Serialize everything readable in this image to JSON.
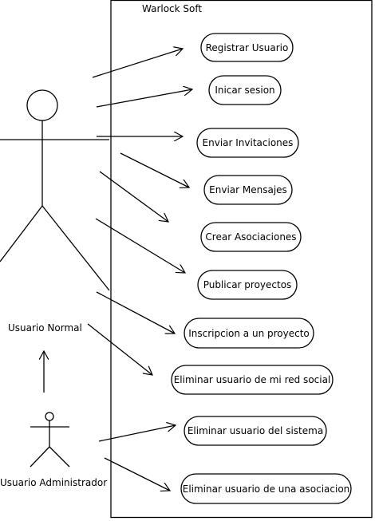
{
  "system": {
    "title": "Warlock Soft"
  },
  "actors": {
    "normal": {
      "label": "Usuario Normal"
    },
    "admin": {
      "label": "Usuario Administrador"
    }
  },
  "use_cases": [
    {
      "id": "registrar",
      "label": "Registrar Usuario"
    },
    {
      "id": "iniciar",
      "label": "Inicar sesion"
    },
    {
      "id": "invitaciones",
      "label": "Enviar Invitaciones"
    },
    {
      "id": "mensajes",
      "label": "Enviar Mensajes"
    },
    {
      "id": "asociaciones",
      "label": "Crear Asociaciones"
    },
    {
      "id": "publicar",
      "label": "Publicar proyectos"
    },
    {
      "id": "inscripcion",
      "label": "Inscripcion a un proyecto"
    },
    {
      "id": "eliminar_red",
      "label": "Eliminar usuario de mi red social"
    },
    {
      "id": "eliminar_sistema",
      "label": "Eliminar usuario del sistema"
    },
    {
      "id": "eliminar_asociacion",
      "label": "Eliminar usuario de una asociacion"
    }
  ]
}
